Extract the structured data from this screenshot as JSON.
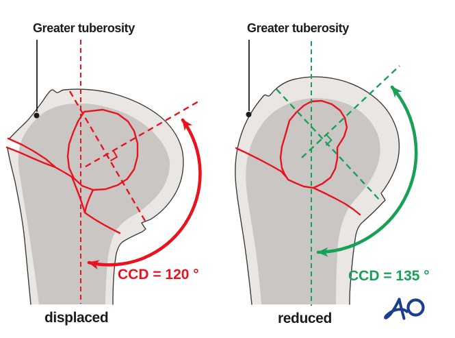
{
  "figure": {
    "panels": [
      {
        "id": "displaced",
        "pointer_label": "Greater tuberosity",
        "ccd_label": "CCD = 120 °",
        "ccd_degrees": 120,
        "caption": "displaced",
        "accent_color": "#e8131e"
      },
      {
        "id": "reduced",
        "pointer_label": "Greater tuberosity",
        "ccd_label": "CCD = 135 °",
        "ccd_degrees": 135,
        "caption": "reduced",
        "accent_color": "#18a056"
      }
    ],
    "logo": "AO",
    "colors": {
      "displaced_accent": "#e8131e",
      "reduced_accent": "#18a056",
      "logo_blue": "#1c3e90",
      "bone_cortex": "#e9e6e3",
      "bone_inner": "#c9c6c3",
      "outline": "#3b3b39",
      "text": "#1c1b19"
    }
  }
}
